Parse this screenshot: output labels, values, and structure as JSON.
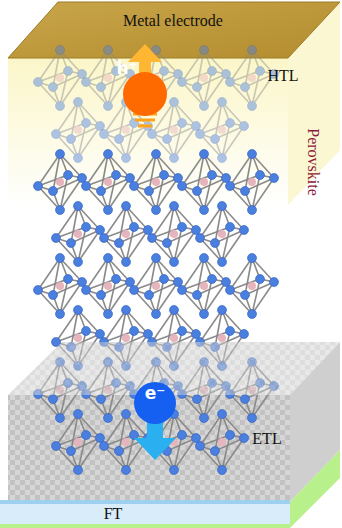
{
  "diagram": {
    "nodes": [
      {
        "text": [
          "Metal electrode"
        ]
      },
      {
        "text": [
          "HTL"
        ]
      },
      {
        "text": [
          "h⁺"
        ]
      },
      {
        "text": [
          "Perovskite"
        ]
      },
      {
        "text": [
          "e⁻"
        ]
      },
      {
        "text": [
          "ETL"
        ]
      },
      {
        "text": [
          "FT"
        ]
      }
    ]
  }
}
